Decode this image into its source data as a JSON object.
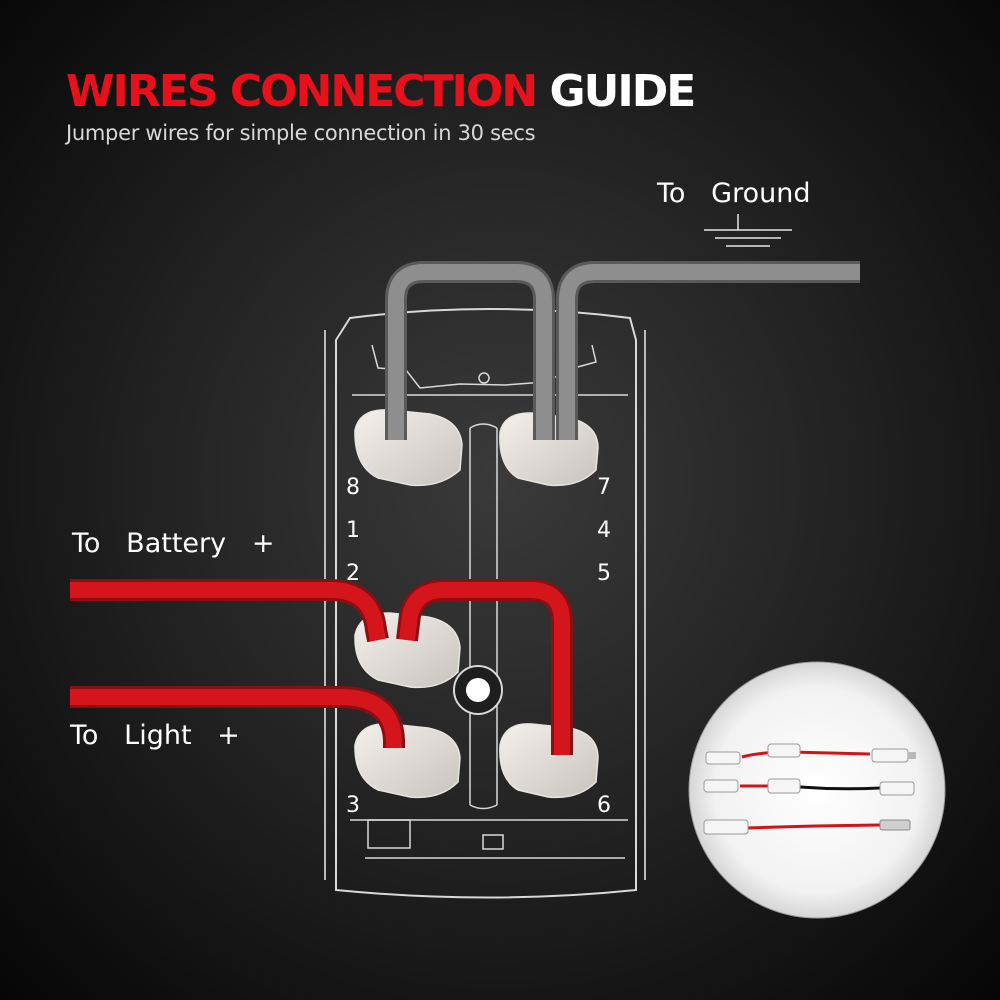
{
  "header": {
    "title_red": "WIRES CONNECTION",
    "title_white": "GUIDE",
    "subtitle": "Jumper wires for simple connection in 30 secs"
  },
  "labels": {
    "ground": "To   Ground",
    "battery": "To   Battery   +",
    "light": "To   Light   +"
  },
  "pins": {
    "p8": "8",
    "p1": "1",
    "p2": "2",
    "p3": "3",
    "p7": "7",
    "p4": "4",
    "p5": "5",
    "p6": "6"
  },
  "colors": {
    "accent_red": "#e8101a",
    "wire_red": "#d4161c",
    "wire_gray": "#8a8a8a",
    "background": "#1a1a1a"
  }
}
